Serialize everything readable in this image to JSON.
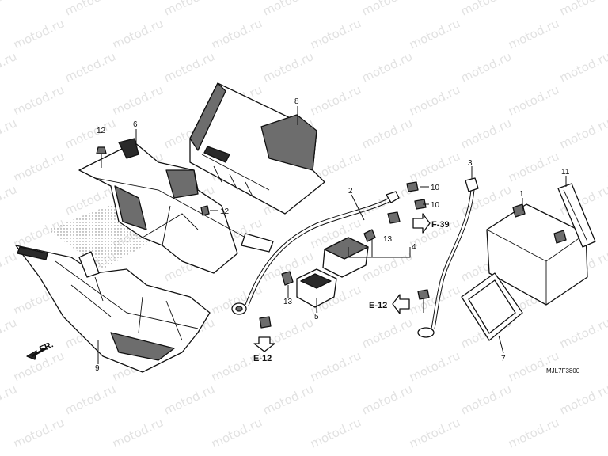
{
  "watermark_text": "motod.ru",
  "drawing_code": "MJL7F3800",
  "direction_label": "FR.",
  "callouts": {
    "c1": "1",
    "c2": "2",
    "c3": "3",
    "c4": "4",
    "c5": "5",
    "c6": "6",
    "c7": "7",
    "c8": "8",
    "c9": "9",
    "c10a": "10",
    "c10b": "10",
    "c11": "11",
    "c12a": "12",
    "c12b": "12",
    "c13a": "13",
    "c13b": "13"
  },
  "refs": {
    "f39": "F-39",
    "e12_left": "E-12",
    "e12_bottom": "E-12"
  }
}
